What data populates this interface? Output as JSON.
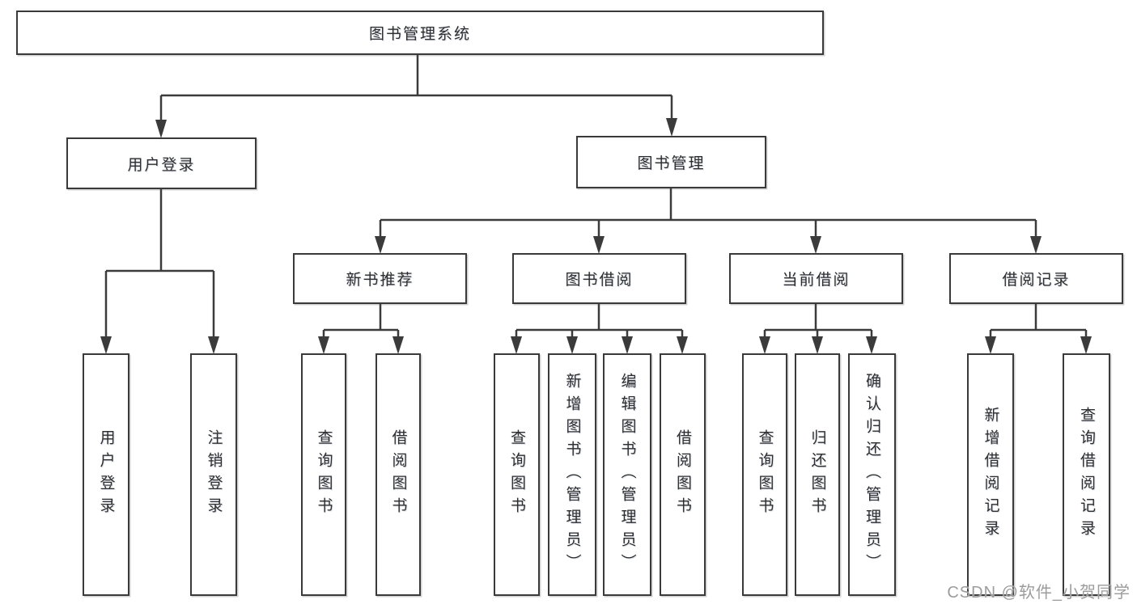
{
  "diagram_type": "hierarchy-tree",
  "tree": {
    "label": "图书管理系统",
    "children": [
      {
        "label": "用户登录",
        "children": [
          {
            "label": "用户登录"
          },
          {
            "label": "注销登录"
          }
        ]
      },
      {
        "label": "图书管理",
        "children": [
          {
            "label": "新书推荐",
            "children": [
              {
                "label": "查询图书"
              },
              {
                "label": "借阅图书"
              }
            ]
          },
          {
            "label": "图书借阅",
            "children": [
              {
                "label": "查询图书"
              },
              {
                "label": "新增图书（管理员）"
              },
              {
                "label": "编辑图书（管理员）"
              },
              {
                "label": "借阅图书"
              }
            ]
          },
          {
            "label": "当前借阅",
            "children": [
              {
                "label": "查询图书"
              },
              {
                "label": "归还图书"
              },
              {
                "label": "确认归还（管理员）"
              }
            ]
          },
          {
            "label": "借阅记录",
            "children": [
              {
                "label": "新增借阅记录"
              },
              {
                "label": "查询借阅记录"
              }
            ]
          }
        ]
      }
    ]
  },
  "watermark": "CSDN @软件_小贺同学",
  "colors": {
    "line": "#3b3b3b",
    "border": "#3a3a3a",
    "text": "#2e2e2e",
    "watermark_text": "#9c9c9c",
    "background": "#ffffff"
  }
}
